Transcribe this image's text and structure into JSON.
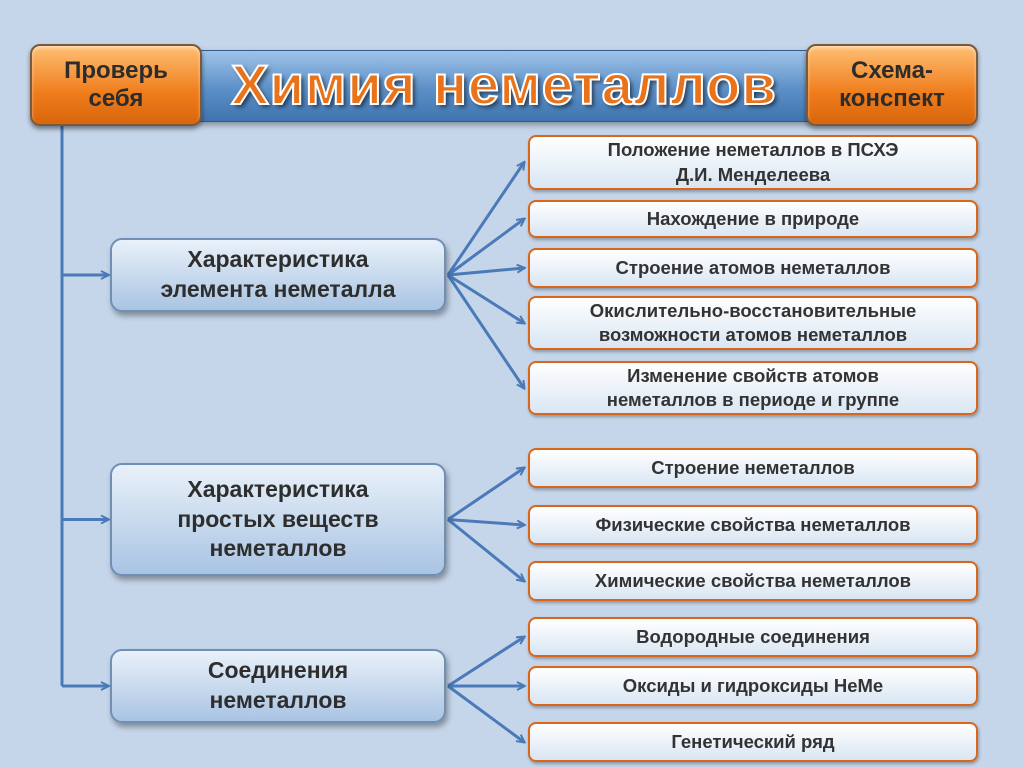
{
  "header": {
    "title": "Химия неметаллов",
    "left_button": "Проверь\nсебя",
    "right_button": "Схема-\nконспект"
  },
  "categories": [
    {
      "label": "Характеристика\nэлемента неметалла",
      "items": [
        "Положение неметаллов в ПСХЭ\nД.И. Менделеева",
        "Нахождение в природе",
        "Строение атомов неметаллов",
        "Окислительно-восстановительные\nвозможности атомов неметаллов",
        "Изменение свойств атомов\nнеметаллов в периоде и группе"
      ]
    },
    {
      "label": "Характеристика\nпростых веществ\nнеметаллов",
      "items": [
        "Строение неметаллов",
        "Физические свойства неметаллов",
        "Химические свойства неметаллов"
      ]
    },
    {
      "label": "Соединения\nнеметаллов",
      "items": [
        "Водородные соединения",
        "Оксиды и гидроксиды НеМе",
        "Генетический ряд"
      ]
    }
  ],
  "colors": {
    "background": "#c6d6ea",
    "title_text": "#e8731b",
    "button_orange": "#ef7d1c",
    "item_border": "#d9661a",
    "arrow": "#4a7ab8"
  }
}
